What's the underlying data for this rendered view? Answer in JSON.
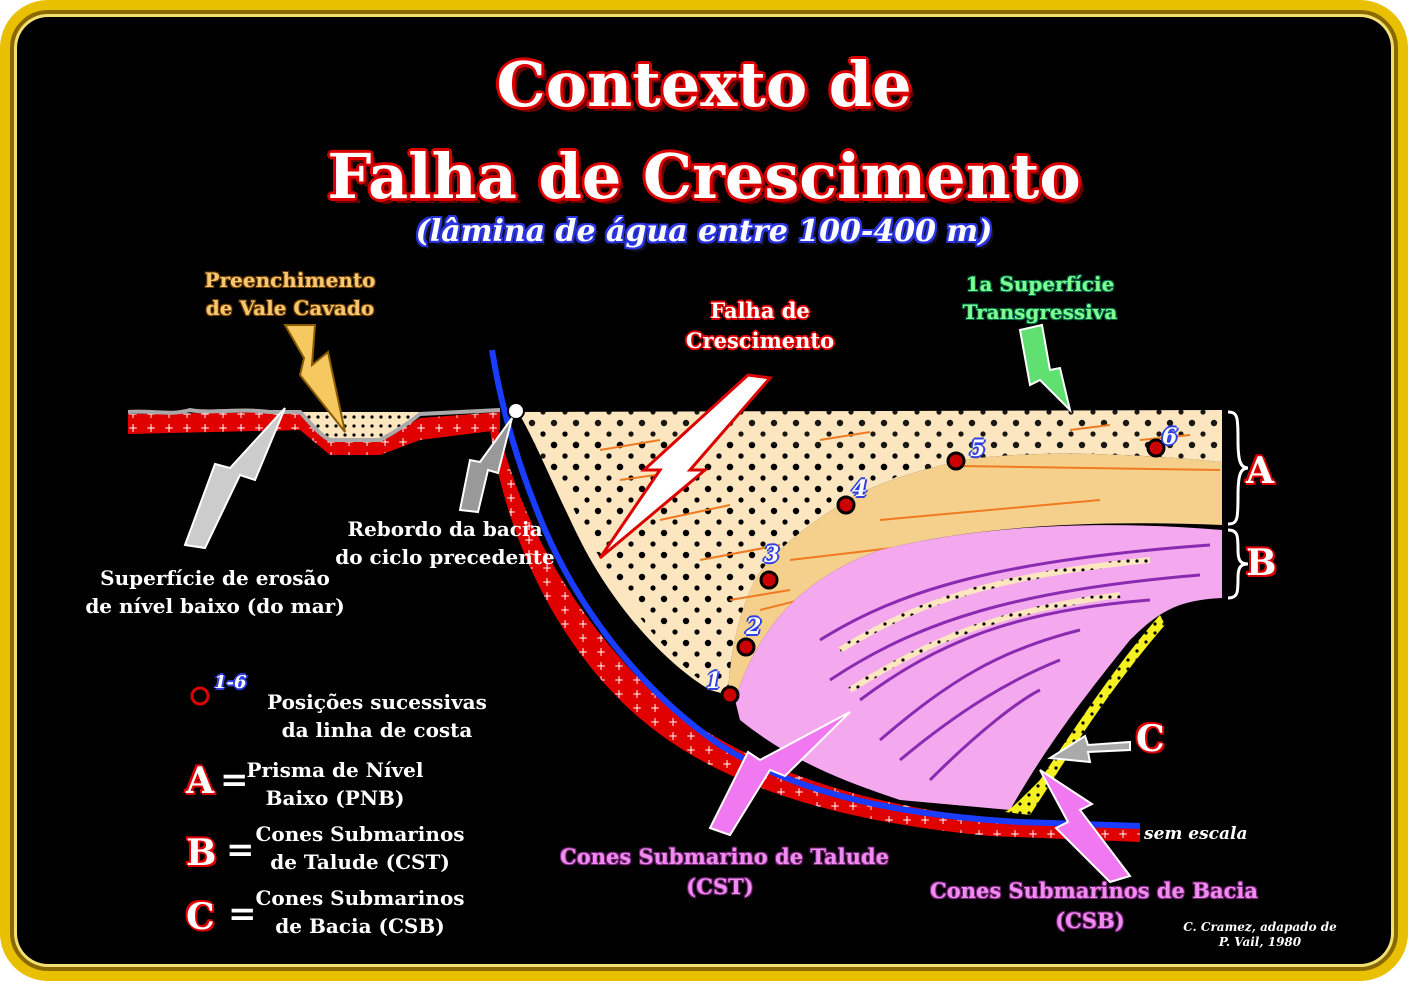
{
  "title": {
    "line1": "Contexto de",
    "line2": "Falha de Crescimento"
  },
  "subtitle": "(lâmina de água entre 100-400 m)",
  "labels": {
    "preenchimento": [
      "Preenchimento",
      "de Vale Cavado"
    ],
    "falha": [
      "Falha de",
      "Crescimento"
    ],
    "superficie_transgressiva": [
      "1a Superfície",
      "Transgressiva"
    ],
    "rebordo": [
      "Rebordo da bacia",
      "do ciclo precedente"
    ],
    "superficie_erosao": [
      "Superfície de erosão",
      "de nível baixo (do mar)"
    ],
    "cones_talude": [
      "Cones Submarino de Talude",
      "(CST)"
    ],
    "cones_bacia": [
      "Cones Submarinos de Bacia",
      "(CSB)"
    ],
    "sem_escala": "sem escala",
    "credit": [
      "C. Cramez, adapado de",
      "P. Vail, 1980"
    ]
  },
  "brackets": {
    "a": "A",
    "b": "B",
    "c": "C"
  },
  "shoreline_positions": [
    "1",
    "2",
    "3",
    "4",
    "5",
    "6"
  ],
  "legend": {
    "marker_label": "1-6",
    "marker_text": [
      "Posições sucessivas",
      "da linha de costa"
    ],
    "a_letter": "A",
    "a_eq": "=",
    "a_text": [
      "Prisma de Nível",
      "Baixo (PNB)"
    ],
    "b_letter": "B",
    "b_eq": "=",
    "b_text": [
      "Cones Submarinos",
      "de Talude (CST)"
    ],
    "c_letter": "C",
    "c_eq": "=",
    "c_text": [
      "Cones Submarinos",
      "de Bacia (CSB)"
    ]
  },
  "colors": {
    "frame": "#e8c000",
    "background": "#000000",
    "title_outline": "#dd0000",
    "subtitle_outline": "#2a35e0",
    "fault": "#1a3cff",
    "basement": "#e00000",
    "prism_light": "#fbe6c0",
    "prism_dark": "#f5cf8c",
    "fans_slope": "#f4a8ee",
    "fans_basin": "#f5f020",
    "shoreline_marker": "#cc0000"
  }
}
